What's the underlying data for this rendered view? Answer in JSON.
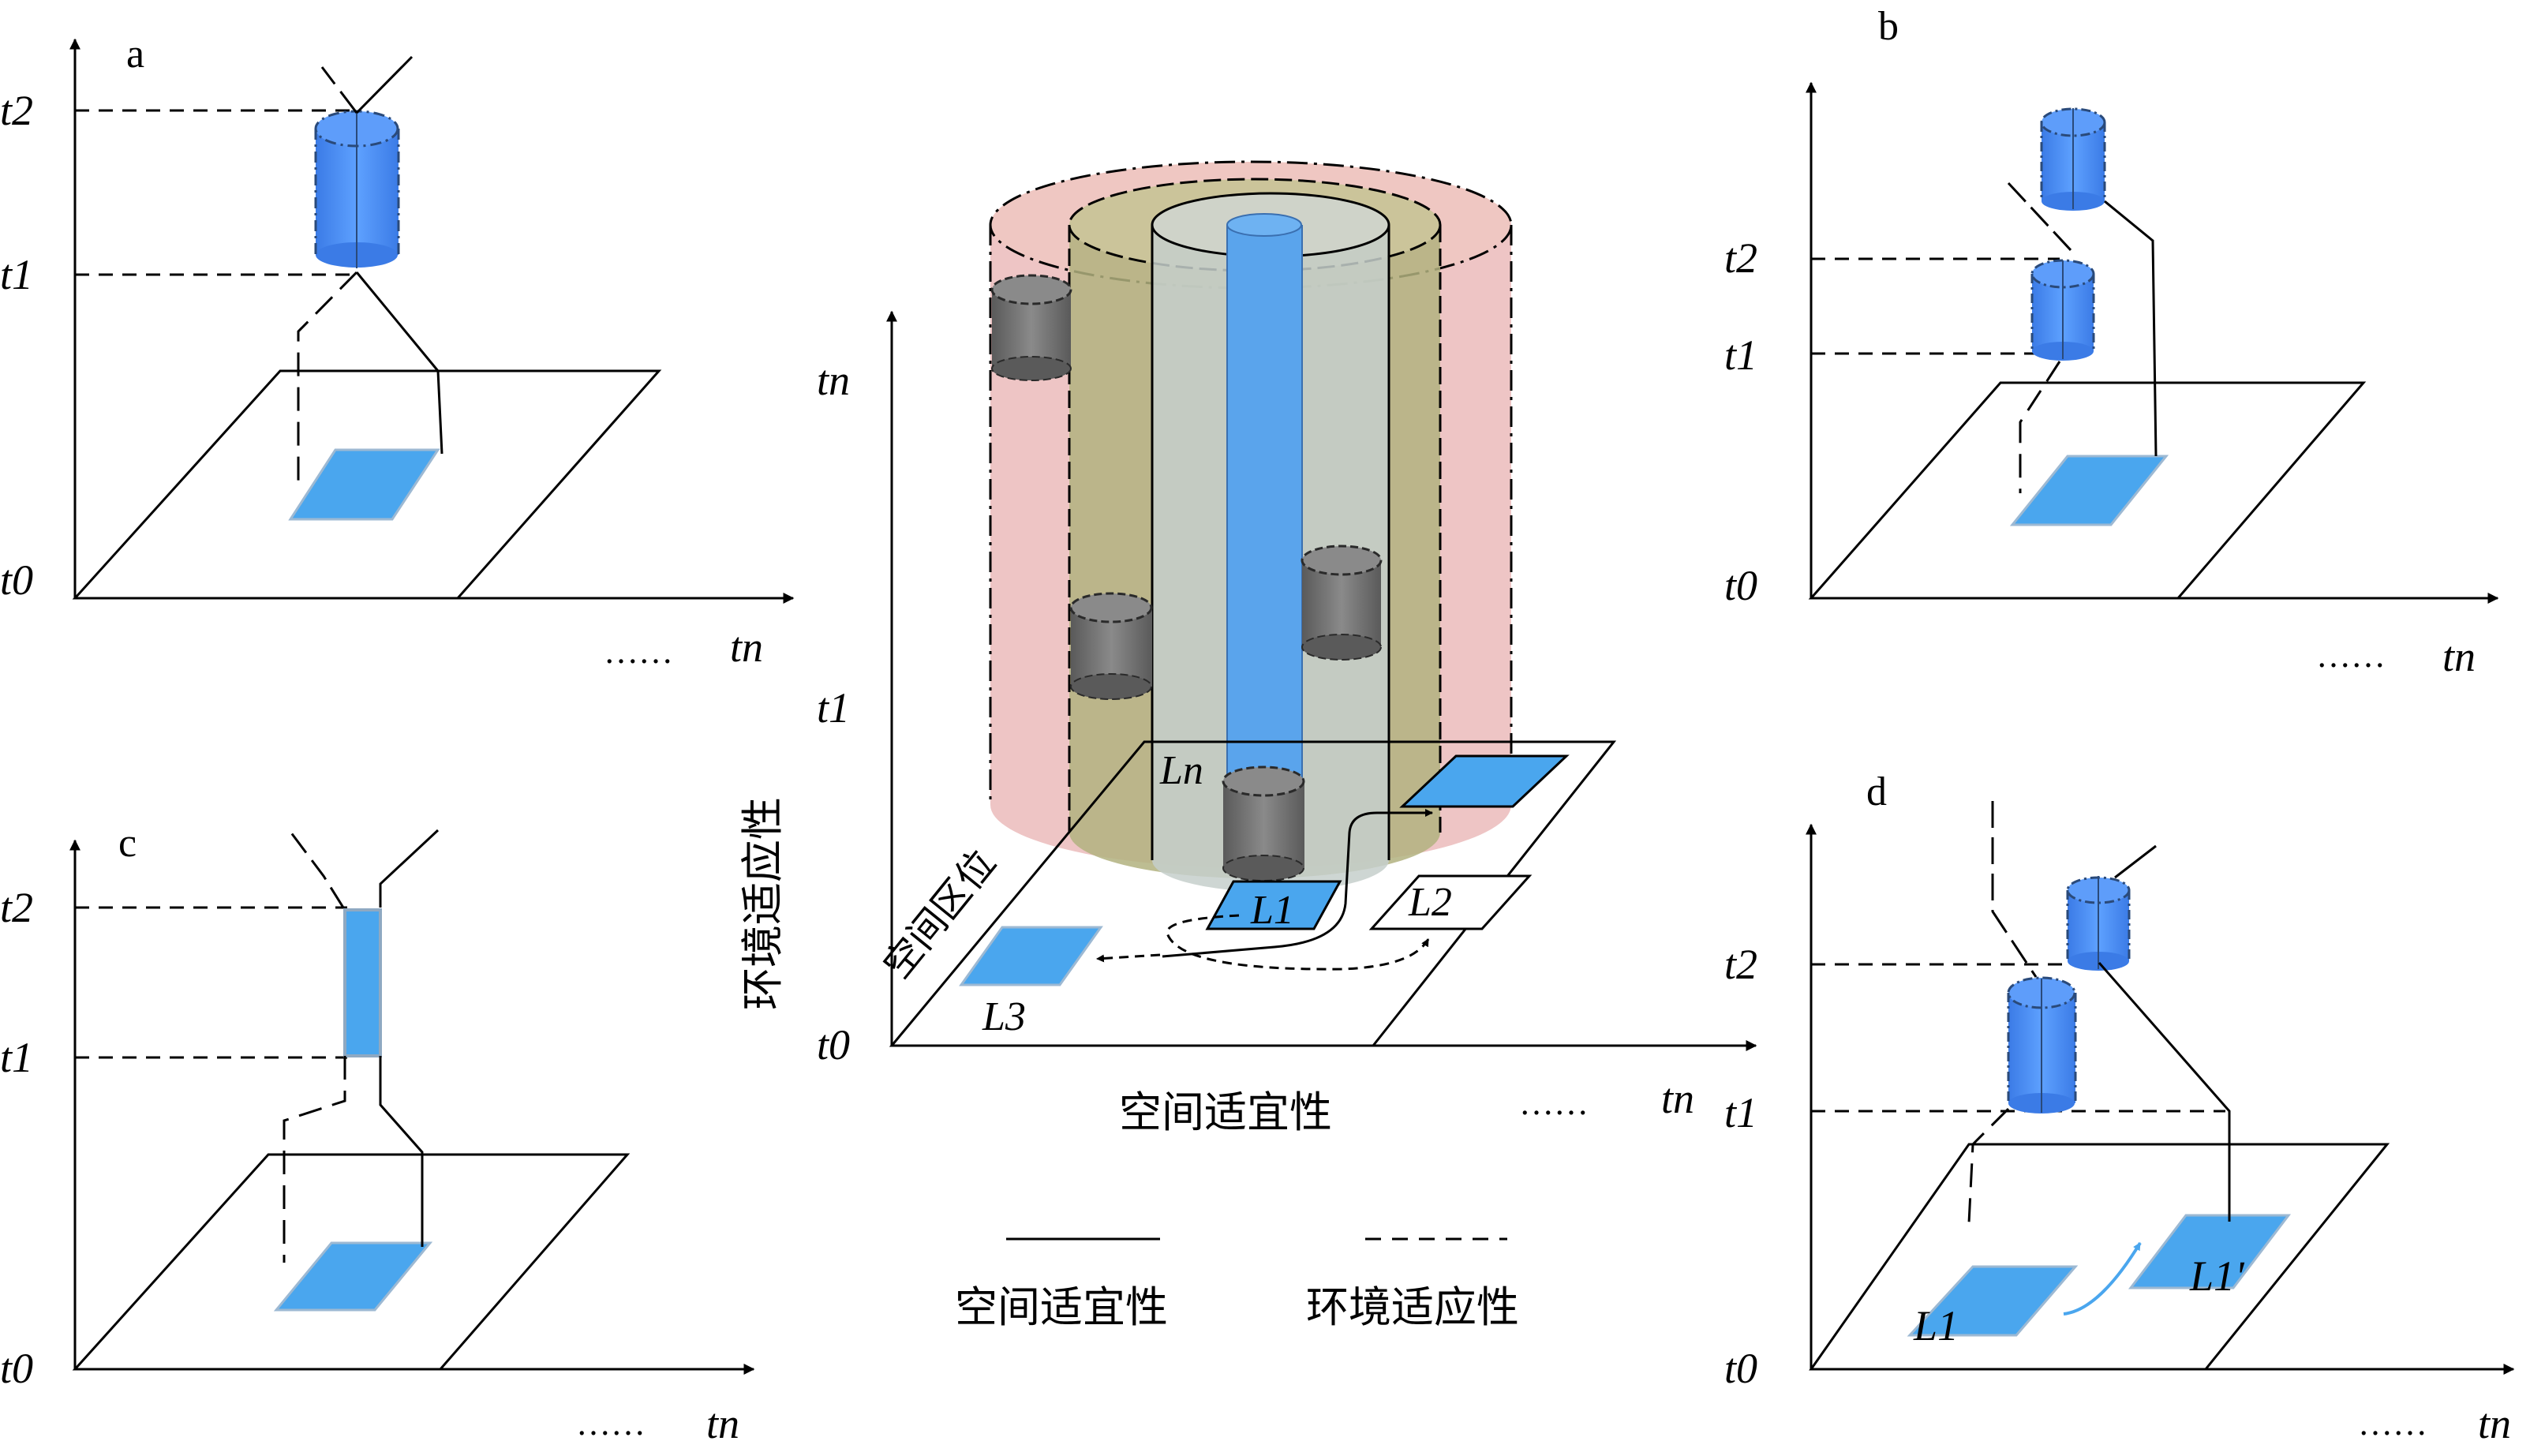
{
  "panels": {
    "a": {
      "letter": "a",
      "t0": "t0",
      "t1": "t1",
      "t2": "t2",
      "dots": "……",
      "tn": "tn"
    },
    "b": {
      "letter": "b",
      "t0": "t0",
      "t1": "t1",
      "t2": "t2",
      "dots": "……",
      "tn": "tn"
    },
    "c": {
      "letter": "c",
      "t0": "t0",
      "t1": "t1",
      "t2": "t2",
      "dots": "……",
      "tn": "tn"
    },
    "d": {
      "letter": "d",
      "t0": "t0",
      "t1": "t1",
      "t2": "t2",
      "dots": "……",
      "tn": "tn",
      "loc_a": "L1",
      "loc_b": "L1'"
    }
  },
  "center": {
    "t0": "t0",
    "t1": "t1",
    "tn_y": "tn",
    "tn_x": "tn",
    "dots": "……",
    "x_axis_label": "空间适宜性",
    "y_axis_label": "环境适应性",
    "diag_label": "空间区位",
    "locations": {
      "ln": "Ln",
      "l1": "L1",
      "l2": "L2",
      "l3": "L3"
    }
  },
  "legend": {
    "solid": "空间适宜性",
    "dashed": "环境适应性"
  },
  "colors": {
    "blue": "#4d94f5",
    "blue_dark": "#2f6fd9",
    "patch": "#4aa6ee",
    "gray": "#6e6e6e",
    "outer_ring": "#e8b2b2",
    "mid_ring": "#b6b88c",
    "inner_ring": "#bcc9c4"
  }
}
